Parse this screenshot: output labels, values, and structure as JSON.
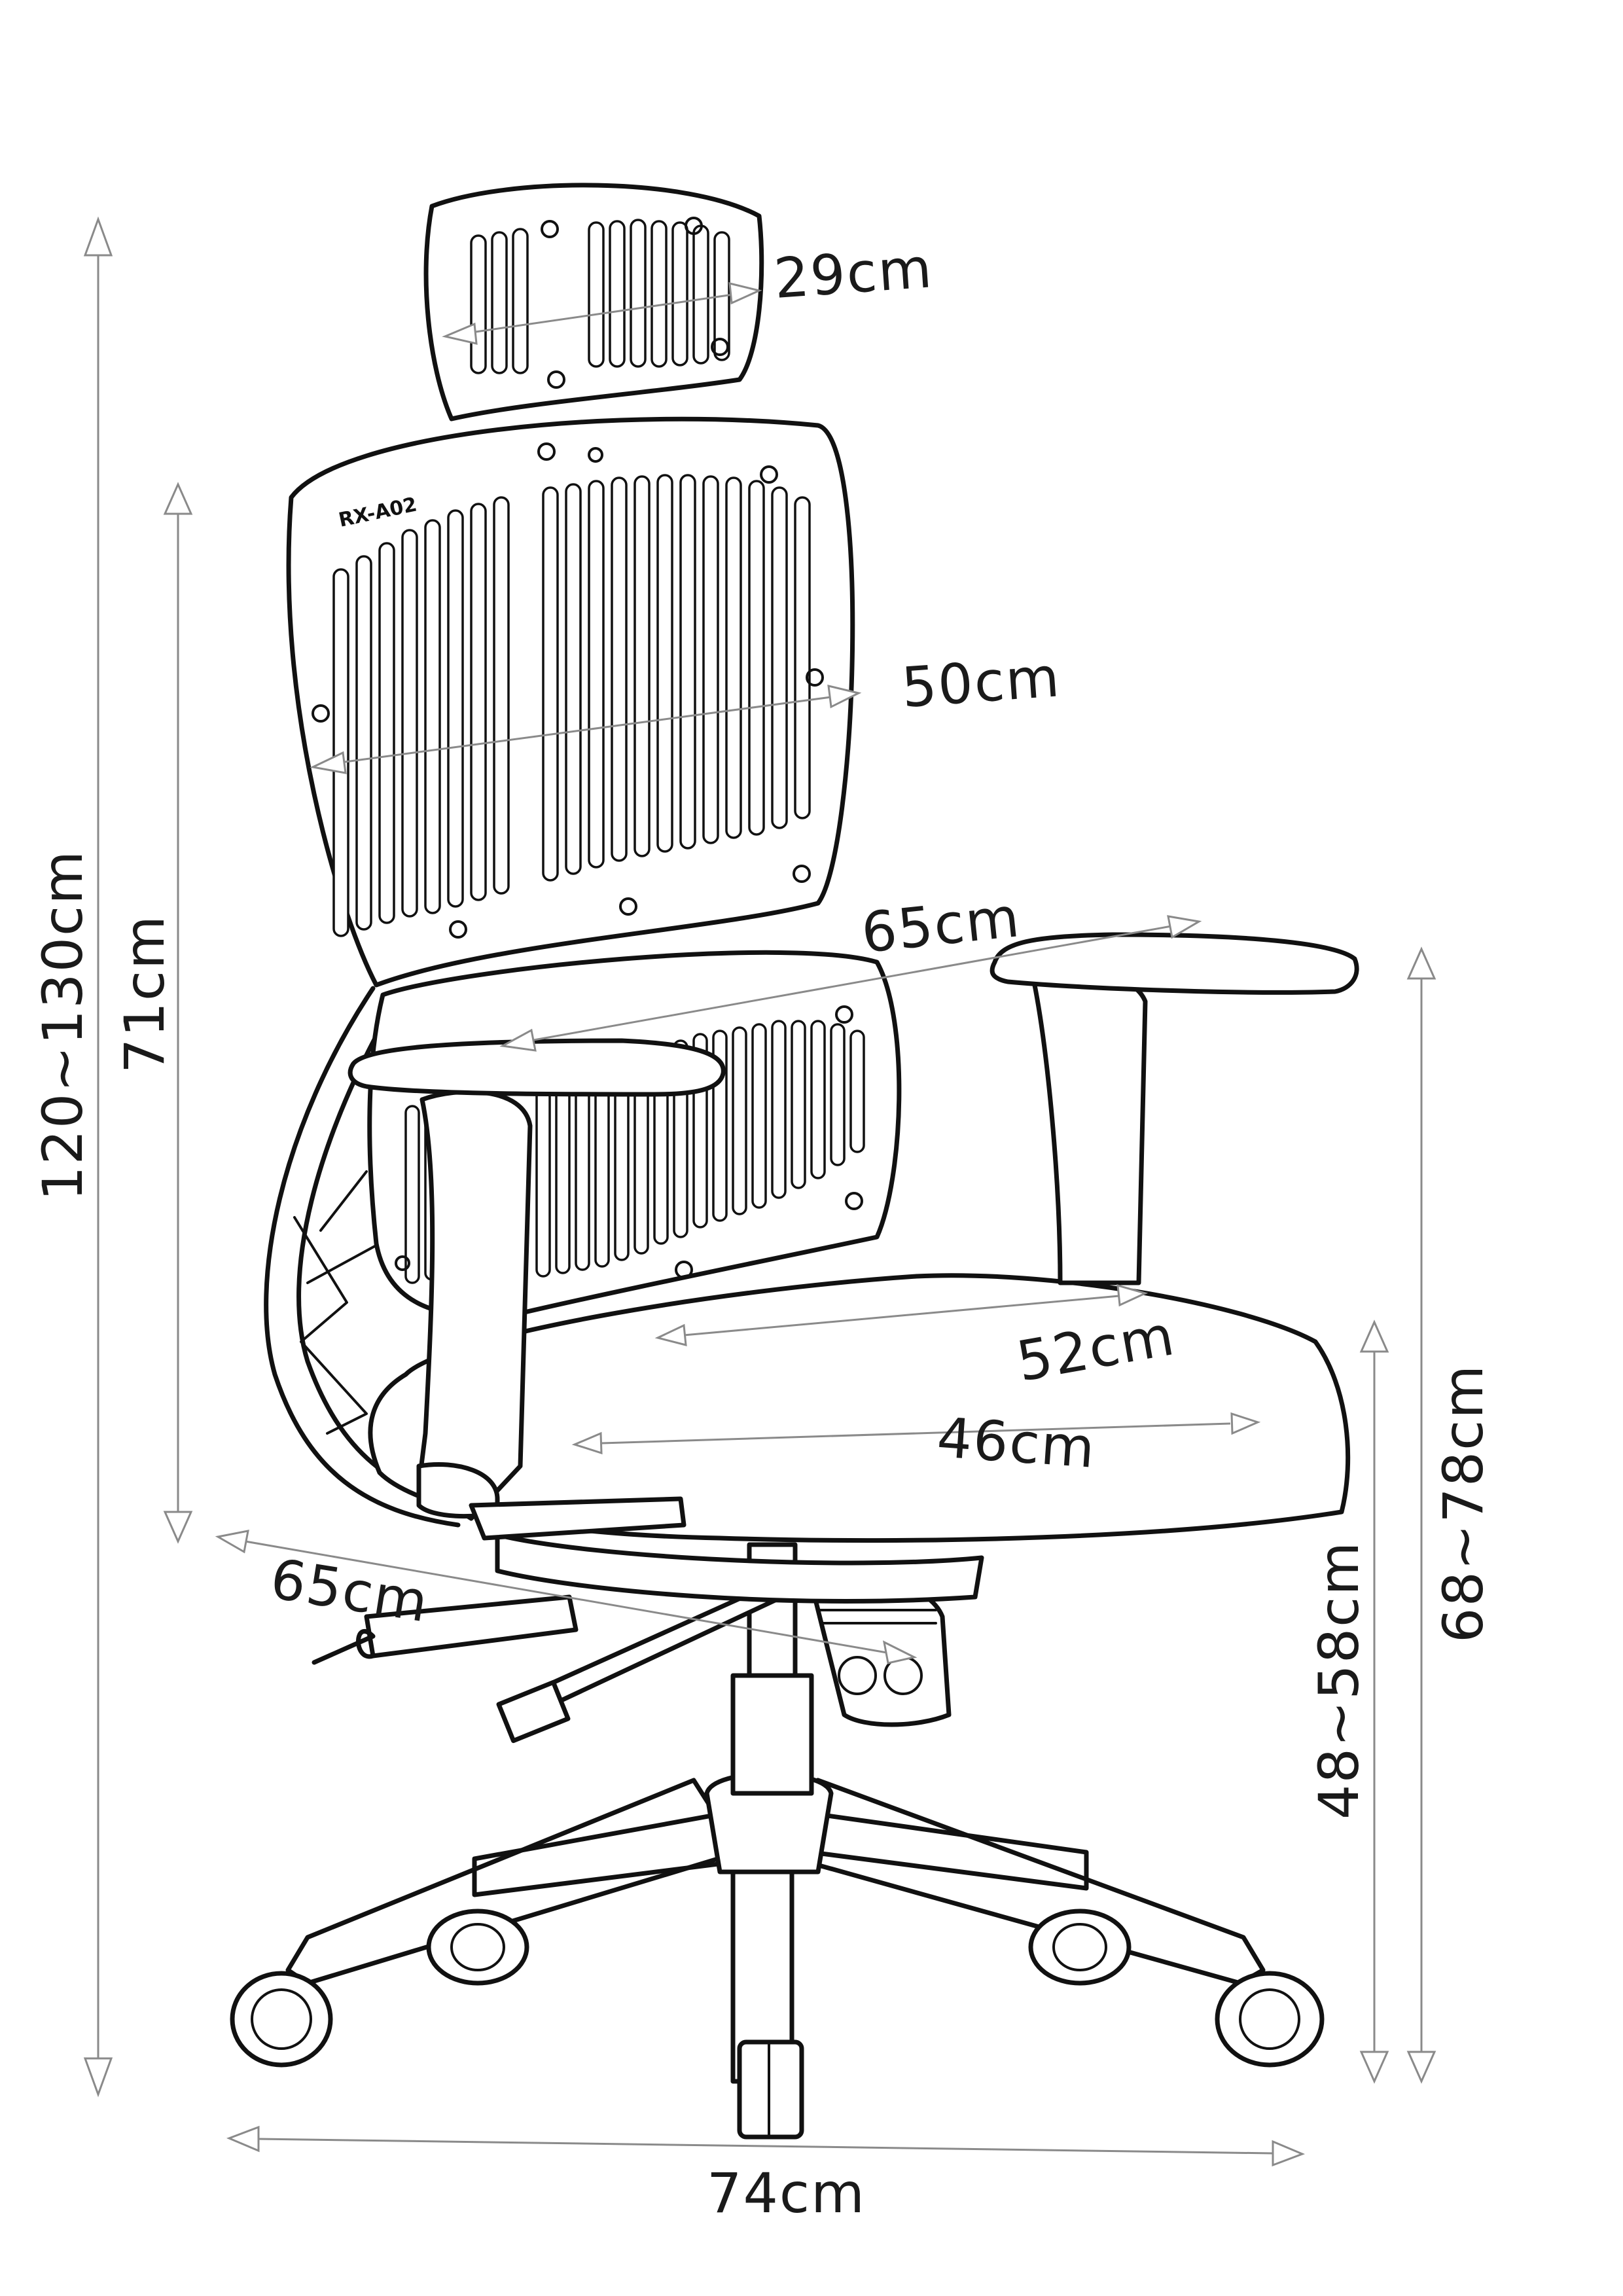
{
  "model": "RX-A02",
  "dimensions": {
    "headrest_width": "29cm",
    "backrest_width": "50cm",
    "armrest_span": "65cm",
    "backrest_height": "71cm",
    "total_height": "120~130cm",
    "seat_depth": "52cm",
    "seat_width": "46cm",
    "overall_depth": "65cm",
    "seat_height": "48~58cm",
    "armrest_height": "68~78cm",
    "base_width": "74cm"
  }
}
